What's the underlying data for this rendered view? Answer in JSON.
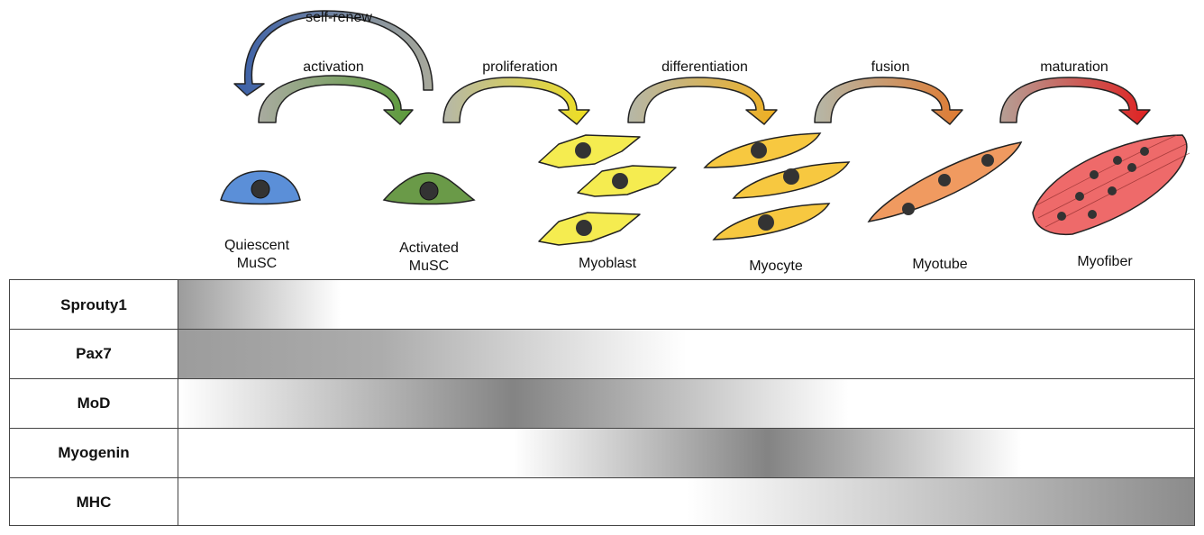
{
  "arrows": [
    {
      "id": "self-renew",
      "label": "self-renew",
      "from": "#a8a99b",
      "to": "#3a5fa8"
    },
    {
      "id": "activation",
      "label": "activation",
      "from": "#a9aba0",
      "to": "#5b9a3a"
    },
    {
      "id": "proliferation",
      "label": "proliferation",
      "from": "#b5b7a8",
      "to": "#f0e020"
    },
    {
      "id": "differentiation",
      "label": "differentiation",
      "from": "#b5b7a8",
      "to": "#f0b020"
    },
    {
      "id": "fusion",
      "label": "fusion",
      "from": "#b5b7a8",
      "to": "#e07a30"
    },
    {
      "id": "maturation",
      "label": "maturation",
      "from": "#b59f95",
      "to": "#e02020"
    }
  ],
  "cells": [
    {
      "id": "quiescent",
      "label_lines": [
        "Quiescent",
        "MuSC"
      ],
      "color": "#5b8fd8"
    },
    {
      "id": "activated",
      "label_lines": [
        "Activated",
        "MuSC"
      ],
      "color": "#6a9a48"
    },
    {
      "id": "myoblast",
      "label_lines": [
        "Myoblast"
      ],
      "color": "#f5ec50"
    },
    {
      "id": "myocyte",
      "label_lines": [
        "Myocyte"
      ],
      "color": "#f7c840"
    },
    {
      "id": "myotube",
      "label_lines": [
        "Myotube"
      ],
      "color": "#f09a60"
    },
    {
      "id": "myofiber",
      "label_lines": [
        "Myofiber"
      ],
      "color": "#ee6a6a"
    }
  ],
  "markers": [
    {
      "name": "Sprouty1",
      "expression": [
        [
          0,
          0.6
        ],
        [
          0.16,
          0
        ]
      ]
    },
    {
      "name": "Pax7",
      "expression": [
        [
          0,
          0.6
        ],
        [
          0.2,
          0.5
        ],
        [
          0.5,
          0
        ]
      ]
    },
    {
      "name": "MoD",
      "expression": [
        [
          0,
          0
        ],
        [
          0.33,
          0.75
        ],
        [
          0.66,
          0
        ]
      ]
    },
    {
      "name": "Myogenin",
      "expression": [
        [
          0.33,
          0
        ],
        [
          0.58,
          0.75
        ],
        [
          0.83,
          0
        ]
      ]
    },
    {
      "name": "MHC",
      "expression": [
        [
          0.5,
          0
        ],
        [
          1.0,
          0.7
        ]
      ]
    }
  ]
}
